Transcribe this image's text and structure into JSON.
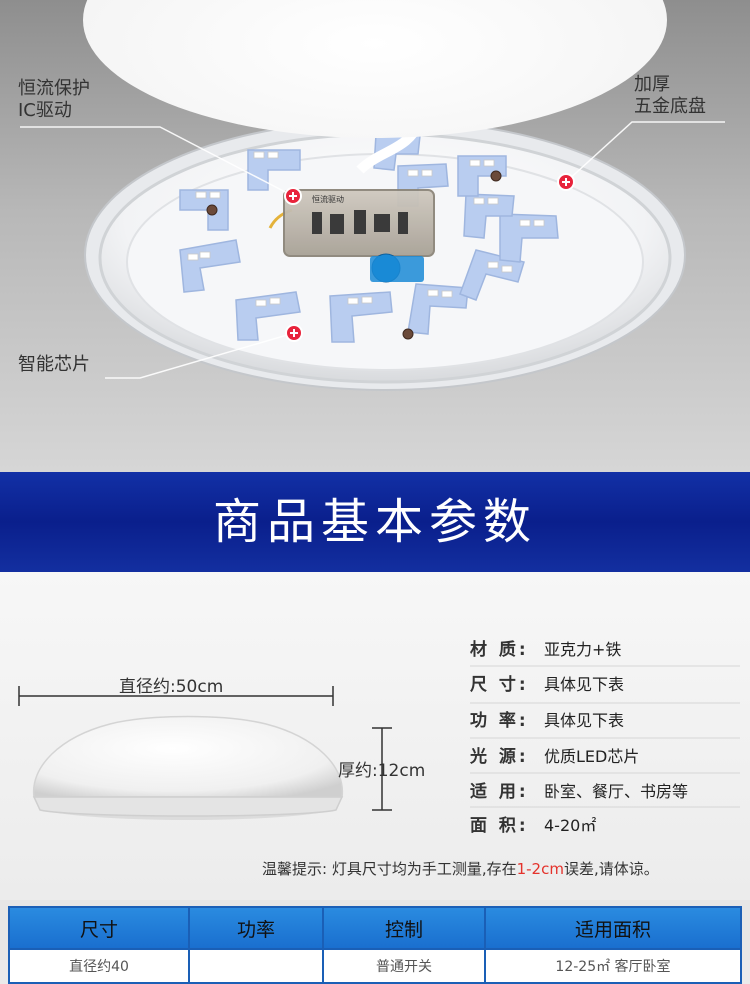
{
  "callouts": {
    "driver_line1": "恒流保护",
    "driver_line2": "IC驱动",
    "base_line1": "加厚",
    "base_line2": "五金底盘",
    "chip": "智能芯片"
  },
  "driver_box_label": "恒流驱动",
  "banner_title": "商品基本参数",
  "dimensions": {
    "diameter": "直径约:50cm",
    "thickness": "厚约:12cm"
  },
  "specs": [
    {
      "key": "材 质:",
      "value": "亚克力+铁"
    },
    {
      "key": "尺 寸:",
      "value": "具体见下表"
    },
    {
      "key": "功 率:",
      "value": "具体见下表"
    },
    {
      "key": "光 源:",
      "value": "优质LED芯片"
    },
    {
      "key": "适 用:",
      "value": "卧室、餐厅、书房等"
    },
    {
      "key": "面 积:",
      "value": "4-20㎡"
    }
  ],
  "tip": {
    "prefix": "温馨提示:  灯具尺寸均为手工测量,存在",
    "highlight": "1-2cm",
    "suffix": "误差,请体谅。"
  },
  "table": {
    "headers": [
      "尺寸",
      "功率",
      "控制",
      "适用面积"
    ],
    "rows": [
      [
        "直径约40",
        "",
        "普通开关",
        "12-25㎡ 客厅卧室"
      ]
    ]
  },
  "colors": {
    "banner": "#0a1f8c",
    "table_header": "#1a6fcf",
    "highlight": "#e4322b",
    "marker": "#e8233b"
  }
}
